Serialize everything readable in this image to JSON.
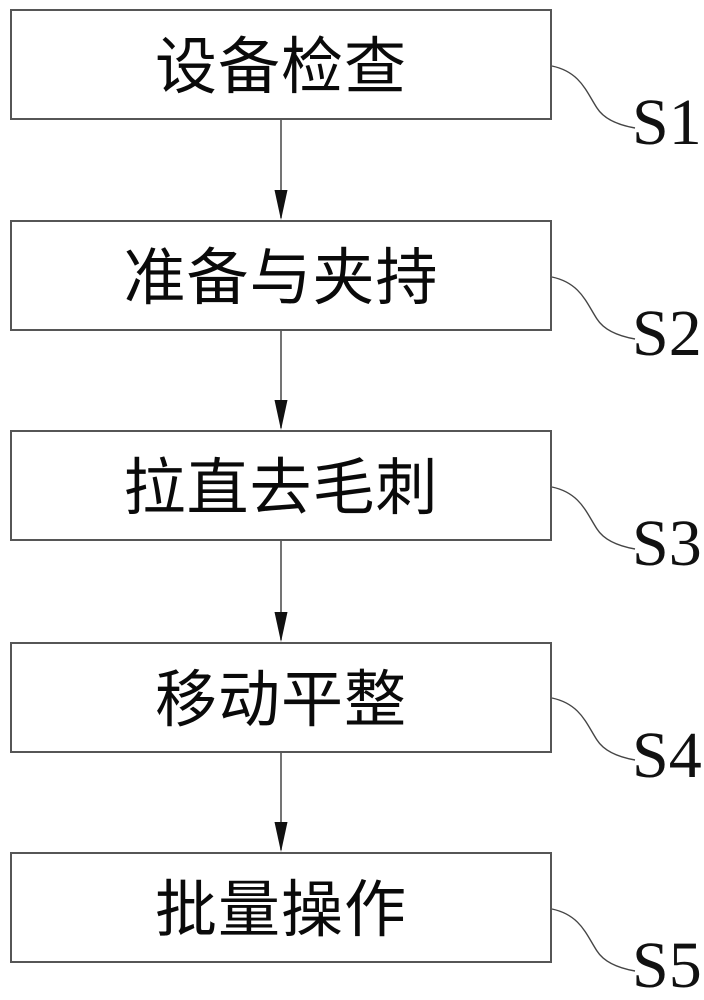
{
  "diagram": {
    "type": "flowchart",
    "direction": "top-down",
    "steps": [
      {
        "label": "设备检查",
        "tag": "S1"
      },
      {
        "label": "准备与夹持",
        "tag": "S2"
      },
      {
        "label": "拉直去毛刺",
        "tag": "S3"
      },
      {
        "label": "移动平整",
        "tag": "S4"
      },
      {
        "label": "批量操作",
        "tag": "S5"
      }
    ],
    "colors": {
      "background": "#ffffff",
      "box_border": "#565656",
      "text": "#0a0a0a",
      "connector": "#454545",
      "arrowhead": "#111111"
    }
  }
}
